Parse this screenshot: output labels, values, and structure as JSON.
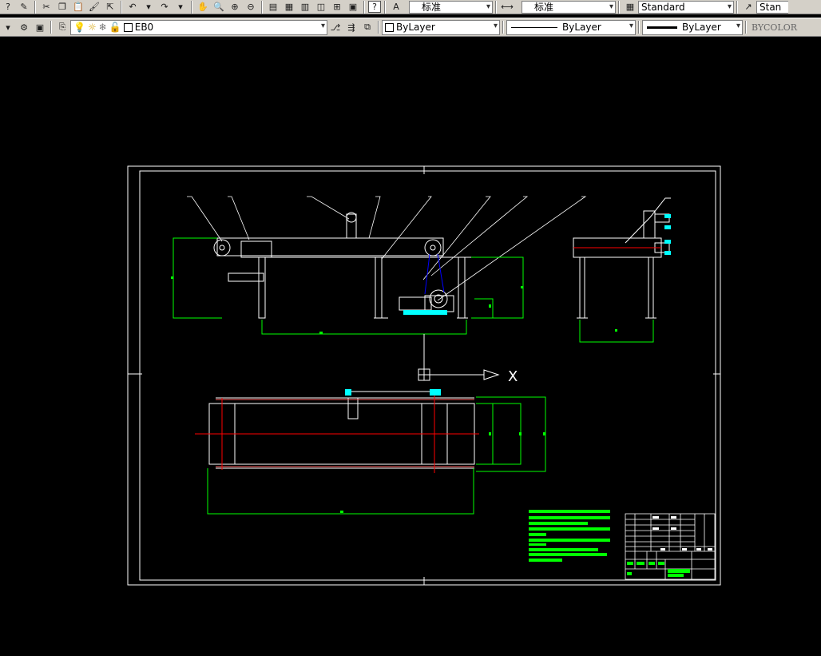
{
  "toolbar1": {
    "text_style_value": "标准",
    "dim_style_value": "标准",
    "table_style_value": "Standard",
    "mleader_style_value": "Stan"
  },
  "toolbar2": {
    "layer_value": "EB0",
    "color_value": "ByLayer",
    "linetype_value": "ByLayer",
    "lineweight_value": "ByLayer",
    "plotstyle_value": "BYCOLOR"
  },
  "drawing": {
    "line_color": "#ffffff",
    "dim_color": "#00ff00",
    "center_color": "#ff0000",
    "accent_color": "#00ffff",
    "background": "#000000",
    "ucs_x_label": "X"
  }
}
